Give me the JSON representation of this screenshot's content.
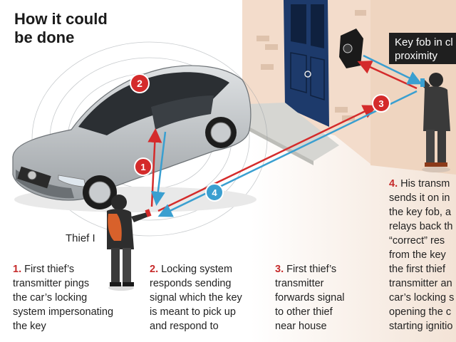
{
  "title": {
    "line1": "How it could",
    "line2": "be done"
  },
  "labels": {
    "keyfob_line1": "Key fob in cl",
    "keyfob_line2": "proximity",
    "thief": "Thief I"
  },
  "markers": {
    "m1": "1",
    "m2": "2",
    "m3": "3",
    "m4": "4"
  },
  "steps": [
    {
      "number": "1.",
      "lines": [
        "First thief’s",
        "transmitter pings",
        "the car’s locking",
        "system impersonating",
        "the key"
      ]
    },
    {
      "number": "2.",
      "lines": [
        "Locking system",
        "responds sending",
        "signal which the key",
        "is meant to pick up",
        "and respond to"
      ]
    },
    {
      "number": "3.",
      "lines": [
        "First thief’s",
        "transmitter",
        "forwards signal",
        "to other thief",
        "near house"
      ]
    },
    {
      "number": "4.",
      "lines": [
        "His transm",
        "sends it on in",
        "the key fob, a",
        "relays back th",
        "“correct” res",
        "from the key",
        "the first thief",
        "transmitter an",
        "car’s locking s",
        "opening the c",
        "starting ignitio"
      ]
    }
  ],
  "colors": {
    "red_signal": "#d42b2b",
    "blue_signal": "#3a9fd0",
    "car_body": "#bfc3c6",
    "door": "#1d3a6b",
    "wall": "#f2dccb",
    "accent_text": "#c62a2a"
  }
}
